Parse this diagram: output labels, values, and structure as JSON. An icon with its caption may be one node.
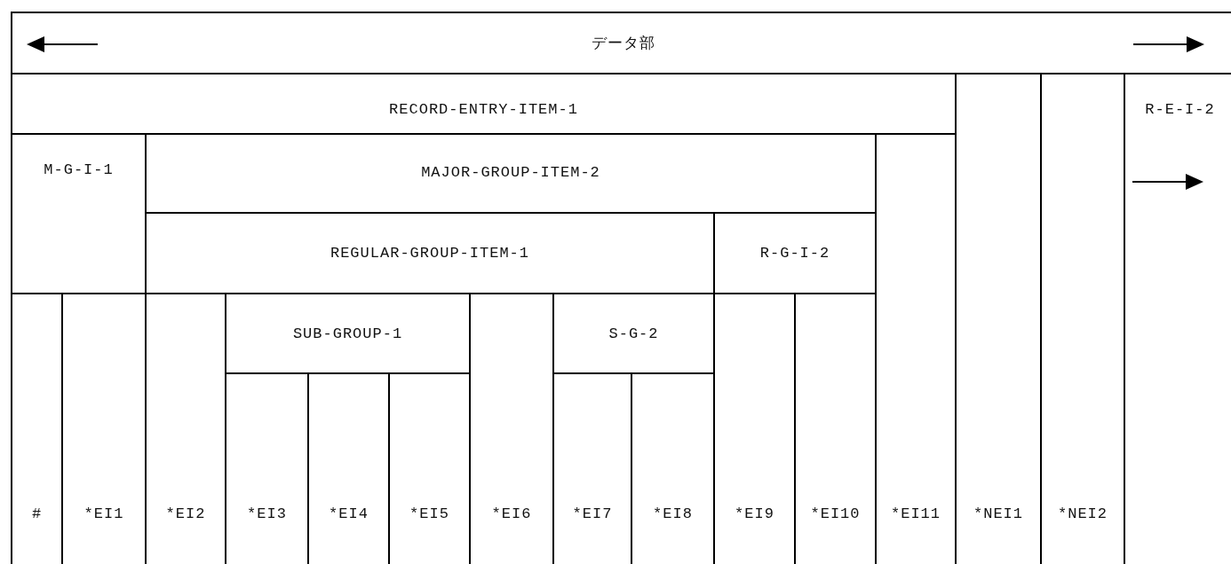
{
  "diagram": {
    "nodes": [
      {
        "text": [
          "データ部"
        ]
      },
      {
        "text": [
          "RECORD-ENTRY-ITEM-1"
        ]
      },
      {
        "text": [
          "M-G-I-1"
        ]
      },
      {
        "text": [
          "MAJOR-GROUP-ITEM-2"
        ]
      },
      {
        "text": [
          "REGULAR-GROUP-ITEM-1"
        ]
      },
      {
        "text": [
          "R-G-I-2"
        ]
      },
      {
        "text": [
          "#"
        ]
      },
      {
        "text": [
          "*EI1"
        ]
      },
      {
        "text": [
          "*EI2"
        ]
      },
      {
        "text": [
          "SUB-GROUP-1"
        ]
      },
      {
        "text": [
          "*EI3"
        ]
      },
      {
        "text": [
          "*EI4"
        ]
      },
      {
        "text": [
          "*EI5"
        ]
      },
      {
        "text": [
          "*EI6"
        ]
      },
      {
        "text": [
          "S-G-2"
        ]
      },
      {
        "text": [
          "*EI7"
        ]
      },
      {
        "text": [
          "*EI8"
        ]
      },
      {
        "text": [
          "*EI9"
        ]
      },
      {
        "text": [
          "*EI10"
        ]
      },
      {
        "text": [
          "*EI11"
        ]
      },
      {
        "text": [
          "*NEI1"
        ]
      },
      {
        "text": [
          "*NEI2"
        ]
      },
      {
        "text": [
          "R-E-I-2"
        ]
      }
    ]
  }
}
